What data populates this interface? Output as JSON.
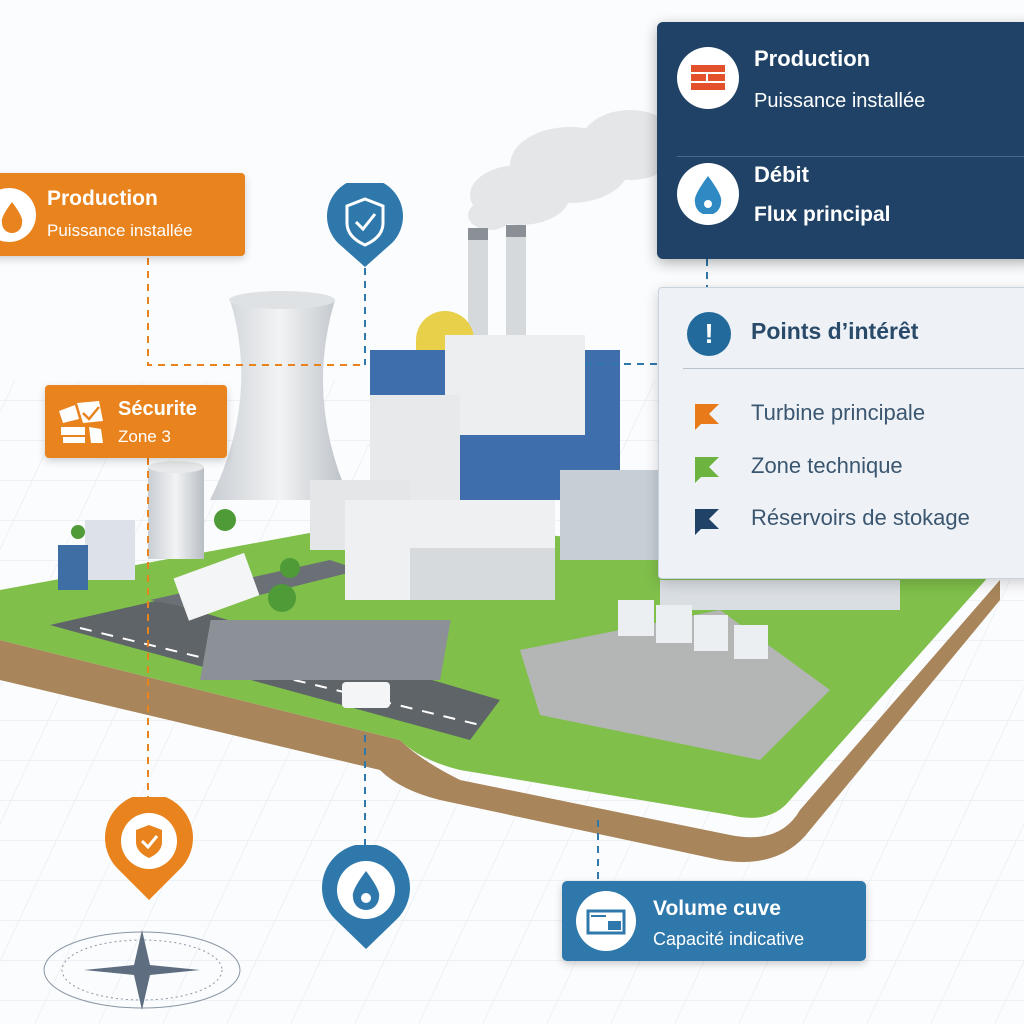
{
  "top_panel": {
    "items": [
      {
        "icon": "grid-bars-icon",
        "title": "Production",
        "subtitle": "Puissance installée"
      },
      {
        "icon": "water-drop-icon",
        "title": "Débit",
        "subtitle": "Flux principal"
      }
    ]
  },
  "poi_panel": {
    "title": "Points d’intérêt",
    "items": [
      {
        "label": "Turbine principale",
        "color": "#e87a1a"
      },
      {
        "label": "Zone technique",
        "color": "#6cb33f"
      },
      {
        "label": "Réservoirs de stokage",
        "color": "#1f4266"
      }
    ]
  },
  "callouts": {
    "production": {
      "title": "Production",
      "subtitle": "Puissance installée"
    },
    "securite": {
      "title": "Sécurite",
      "subtitle": "Zone 3"
    },
    "volume": {
      "title": "Volume cuve",
      "subtitle": "Capacité indicative"
    }
  },
  "colors": {
    "orange": "#e8831d",
    "navy": "#1f4266",
    "blue": "#2f78ab",
    "green": "#6cb33f"
  }
}
